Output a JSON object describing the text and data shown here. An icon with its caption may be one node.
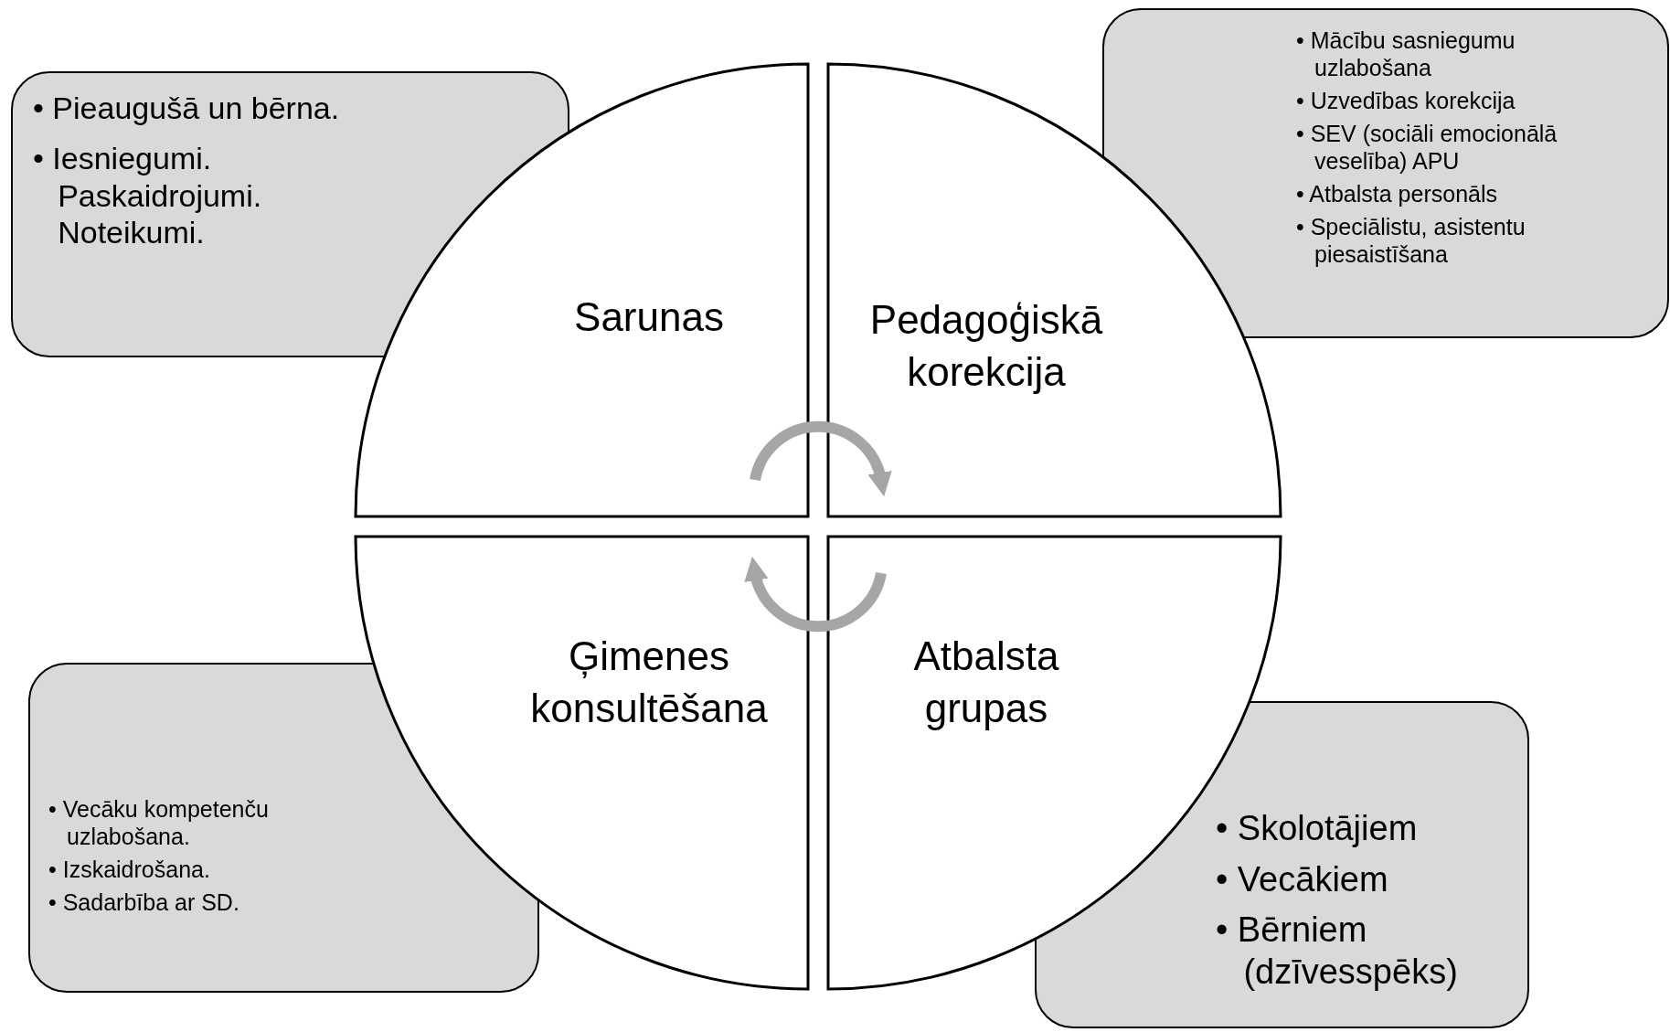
{
  "diagram": {
    "nodes": [
      {
        "text": [
          "• Pieaugušā un bērna.",
          "• Iesniegumi. Paskaidrojumi. Noteikumi."
        ]
      },
      {
        "text": [
          "Sarunas"
        ]
      },
      {
        "text": [
          "Pedagoģiskā korekcija"
        ]
      },
      {
        "text": [
          "• Mācību sasniegumu uzlabošana",
          "• Uzvedības korekcija",
          "• SEV (sociāli emocionālā veselība) APU",
          "• Atbalsta personāls",
          "• Speciālistu, asistentu piesaistīšana"
        ]
      },
      {
        "text": [
          "Ģimenes konsultēšana"
        ]
      },
      {
        "text": [
          "Atbalsta grupas"
        ]
      },
      {
        "text": [
          "• Vecāku kompetenču uzlabošana.",
          "• Izskaidrošana.",
          "• Sadarbība ar SD."
        ]
      },
      {
        "text": [
          "• Skolotājiem",
          "• Vecākiem",
          "• Bērniem (dzīvesspēks)"
        ]
      }
    ],
    "edges": [
      {
        "from": 1,
        "to": 2,
        "arrow": "to"
      },
      {
        "from": 5,
        "to": 4,
        "arrow": "to"
      }
    ]
  }
}
